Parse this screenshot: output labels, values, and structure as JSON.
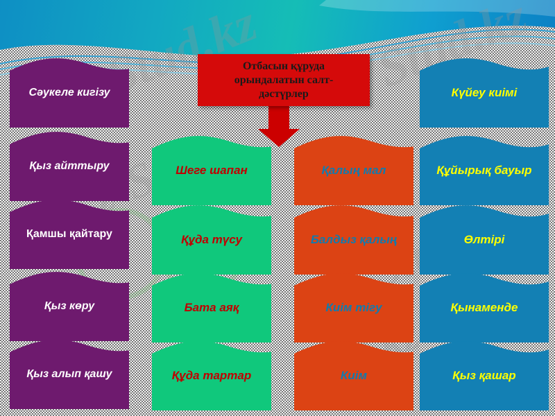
{
  "slide": {
    "title_banner": {
      "text": "Отбасын құруда орындалатын салт-дәстүрлер",
      "bg_color": "#D50A0A",
      "text_color": "#1a1a1a",
      "arrow_color": "#CC0000"
    },
    "background": {
      "top_gradient_from": "#0e8fc4",
      "top_gradient_to": "#15bdb6",
      "body_color": "#f2f2f2"
    },
    "watermarks": [
      {
        "text": "Stud.kz"
      },
      {
        "text": "z-Stud."
      },
      {
        "text": "Stud.kz"
      },
      {
        "text": "L-Stud."
      },
      {
        "text": "Stud."
      },
      {
        "text": "Stud.kz"
      }
    ],
    "columns": [
      {
        "name": "purple-column",
        "flag_color": "#6E1A6E",
        "text_color": "#FFFFFF",
        "items": [
          {
            "label": "Сәукеле кигізу"
          },
          {
            "label": "Қыз айттыру"
          },
          {
            "label": "Қамшы қайтару"
          },
          {
            "label": "Қыз көру"
          },
          {
            "label": "Қыз алып қашу"
          }
        ]
      },
      {
        "name": "green-column",
        "flag_color": "#10C87C",
        "text_color": "#C00000",
        "items": [
          {
            "label": "Шеге шапан"
          },
          {
            "label": "Құда түсу"
          },
          {
            "label": "Бата аяқ"
          },
          {
            "label": "Құда тартар"
          }
        ]
      },
      {
        "name": "orange-column",
        "flag_color": "#DC4314",
        "text_color": "#127BAE",
        "items": [
          {
            "label": "Қалың мал"
          },
          {
            "label": "Балдыз қалың"
          },
          {
            "label": "Киім тігу"
          },
          {
            "label": "Киім"
          }
        ]
      },
      {
        "name": "blue-column",
        "flag_color": "#1380B4",
        "text_color": "#FFFF00",
        "items": [
          {
            "label": "Күйеу киімі"
          },
          {
            "label": "Құйырық бауыр"
          },
          {
            "label": "Өлтірі"
          },
          {
            "label": "Қынаменде"
          },
          {
            "label": "Қыз қашар"
          }
        ]
      }
    ]
  }
}
